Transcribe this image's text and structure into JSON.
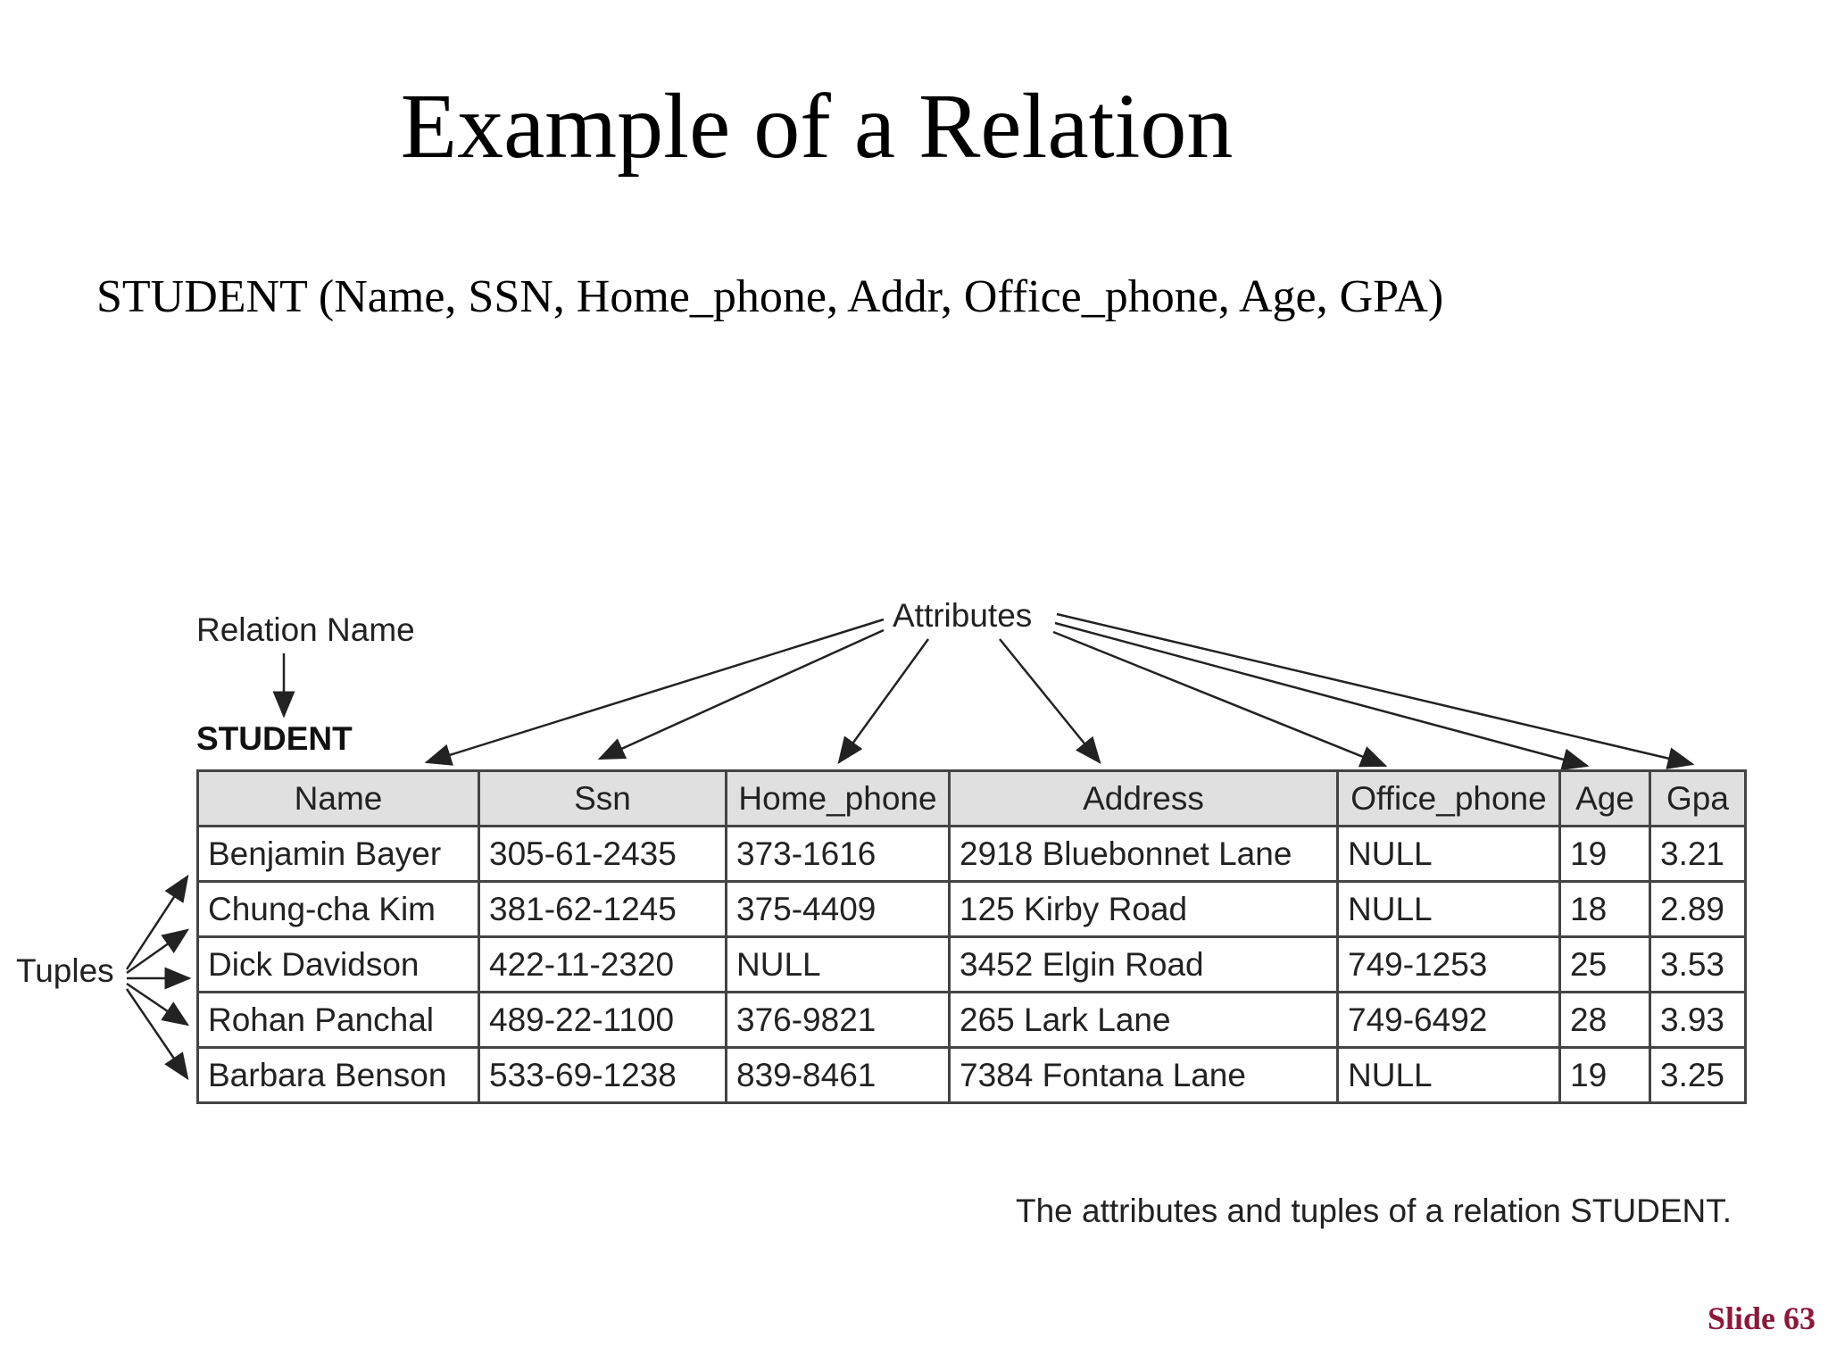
{
  "slide": {
    "title": "Example of a Relation",
    "schema_line": "STUDENT (Name, SSN, Home_phone, Addr, Office_phone, Age, GPA)",
    "slide_number": "Slide 63"
  },
  "figure": {
    "relation_name_label": "Relation Name",
    "attributes_label": "Attributes",
    "tuples_label": "Tuples",
    "relation_name": "STUDENT",
    "caption": "The attributes and tuples of a relation STUDENT.",
    "columns": [
      "Name",
      "Ssn",
      "Home_phone",
      "Address",
      "Office_phone",
      "Age",
      "Gpa"
    ],
    "rows": [
      [
        "Benjamin Bayer",
        "305-61-2435",
        "373-1616",
        "2918 Bluebonnet Lane",
        "NULL",
        "19",
        "3.21"
      ],
      [
        "Chung-cha Kim",
        "381-62-1245",
        "375-4409",
        "125 Kirby Road",
        "NULL",
        "18",
        "2.89"
      ],
      [
        "Dick Davidson",
        "422-11-2320",
        "NULL",
        "3452 Elgin Road",
        "749-1253",
        "25",
        "3.53"
      ],
      [
        "Rohan Panchal",
        "489-22-1100",
        "376-9821",
        "265 Lark Lane",
        "749-6492",
        "28",
        "3.93"
      ],
      [
        "Barbara Benson",
        "533-69-1238",
        "839-8461",
        "7384 Fontana Lane",
        "NULL",
        "19",
        "3.25"
      ]
    ]
  }
}
